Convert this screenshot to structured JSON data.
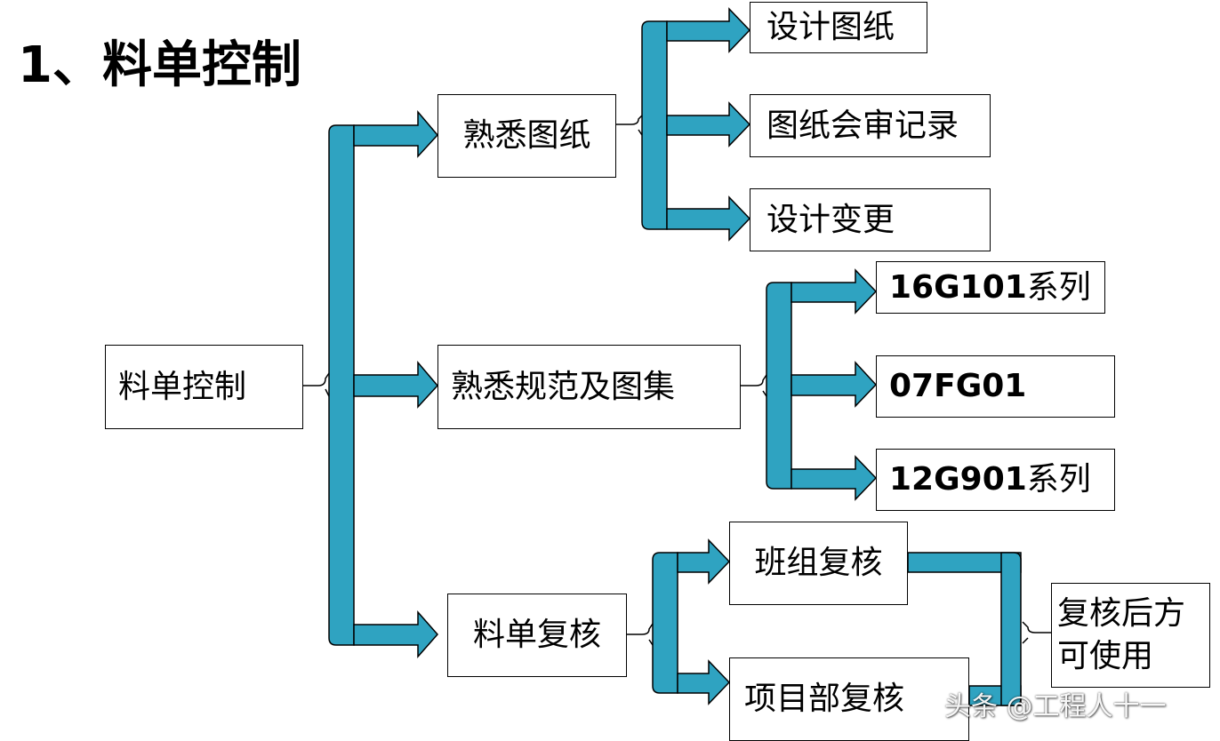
{
  "title": "1、料单控制",
  "colors": {
    "connector": "#2fa3c1",
    "stroke": "#000000",
    "box_border": "#000000"
  },
  "nodes": {
    "root": {
      "label": "料单控制"
    },
    "familiar_drawings": {
      "label": "熟悉图纸"
    },
    "familiar_codes": {
      "label": "熟悉规范及图集"
    },
    "list_review": {
      "label": "料单复核"
    },
    "design_drawings": {
      "label": "设计图纸"
    },
    "drawing_review_records": {
      "label": "图纸会审记录"
    },
    "design_changes": {
      "label": "设计变更"
    },
    "atlas_16g101": {
      "code": "16G101",
      "suffix": "系列"
    },
    "atlas_07fg01": {
      "code": "07FG01",
      "suffix": ""
    },
    "atlas_12g901": {
      "code": "12G901",
      "suffix": "系列"
    },
    "team_review": {
      "label": "班组复核"
    },
    "project_review": {
      "label": "项目部复核"
    },
    "result": {
      "line1": "复核后方",
      "line2": "可使用"
    }
  },
  "watermark": "头条 @工程人十一"
}
